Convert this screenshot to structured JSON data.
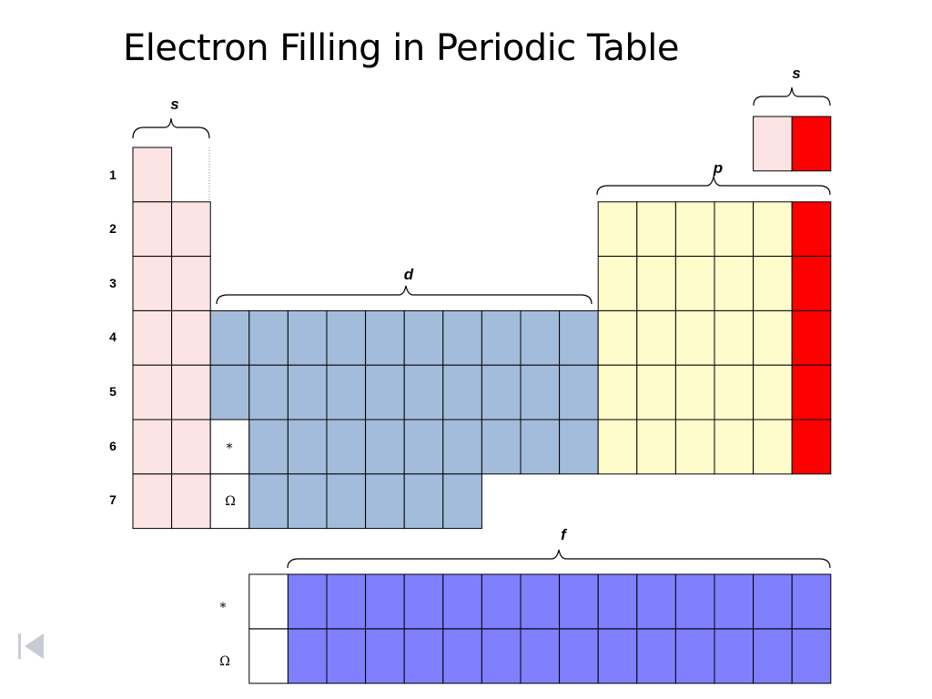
{
  "title": "Electron Filling in Periodic Table",
  "colors": {
    "s_block": "#fde4e4",
    "s_highlight": "#ff0000",
    "p_block": "#fffccc",
    "d_block": "#a3bcdb",
    "f_block": "#8080ff",
    "placeholder": "#ffffff"
  },
  "blocks": {
    "s_left": "s",
    "s_right": "s",
    "p": "p",
    "d": "d",
    "f": "f"
  },
  "periods": [
    "1",
    "2",
    "3",
    "4",
    "5",
    "6",
    "7"
  ],
  "markers": {
    "lanthanide": "*",
    "actinide": "Ω"
  },
  "navigation": {
    "first_slide_icon": "first-slide-icon"
  }
}
